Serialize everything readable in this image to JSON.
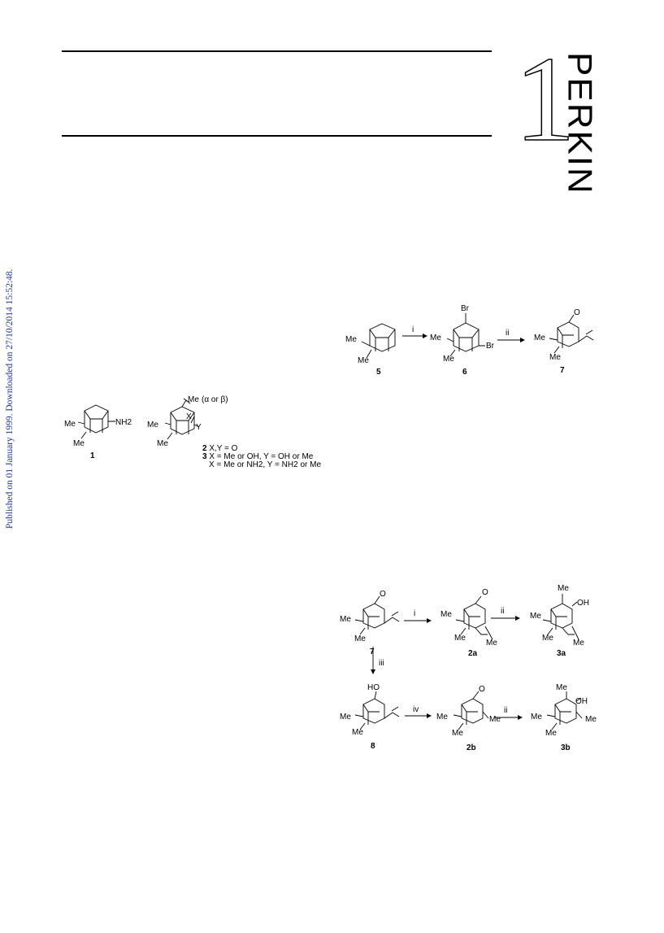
{
  "journal": {
    "logo_digit": "1",
    "logo_word": "PERKIN"
  },
  "side_note": "Published on 01 January 1999. Downloaded on 27/10/2014 15:52:48.",
  "scheme1": {
    "compounds": [
      {
        "label": "5",
        "substituents": [
          "Me",
          "Me"
        ]
      },
      {
        "label": "6",
        "substituents": [
          "Br",
          "Me",
          "Br",
          "Me"
        ]
      },
      {
        "label": "7",
        "substituents": [
          "O",
          "Me",
          "Me"
        ]
      }
    ],
    "arrows": [
      "i",
      "ii"
    ]
  },
  "structures": {
    "compound1": {
      "label": "1",
      "substituents": [
        "Me",
        "NH2",
        "Me"
      ]
    },
    "compound23": {
      "substituents": [
        "Me",
        "(α or β)",
        "Me",
        "X",
        "Y",
        "Me"
      ],
      "legend": [
        {
          "num": "2",
          "text": " X,Y = O"
        },
        {
          "num": "3",
          "text": " X = Me or OH, Y = OH or Me"
        },
        {
          "num": "",
          "text": "X = Me or NH2, Y = NH2 or Me"
        }
      ]
    }
  },
  "scheme2": {
    "compounds": [
      {
        "label": "7",
        "substituents": [
          "O",
          "Me",
          "Me"
        ]
      },
      {
        "label": "2a",
        "substituents": [
          "O",
          "Me",
          "Me",
          "Me"
        ]
      },
      {
        "label": "3a",
        "substituents": [
          "Me",
          "OH",
          "Me",
          "Me",
          "Me"
        ]
      },
      {
        "label": "8",
        "substituents": [
          "HO",
          "Me",
          "Me"
        ]
      },
      {
        "label": "2b",
        "substituents": [
          "O",
          "Me",
          "Me",
          "Me"
        ]
      },
      {
        "label": "3b",
        "substituents": [
          "Me",
          "OH",
          "Me",
          "Me",
          "Me"
        ]
      }
    ],
    "arrows": [
      "i",
      "ii",
      "iii",
      "iv",
      "ii"
    ]
  }
}
